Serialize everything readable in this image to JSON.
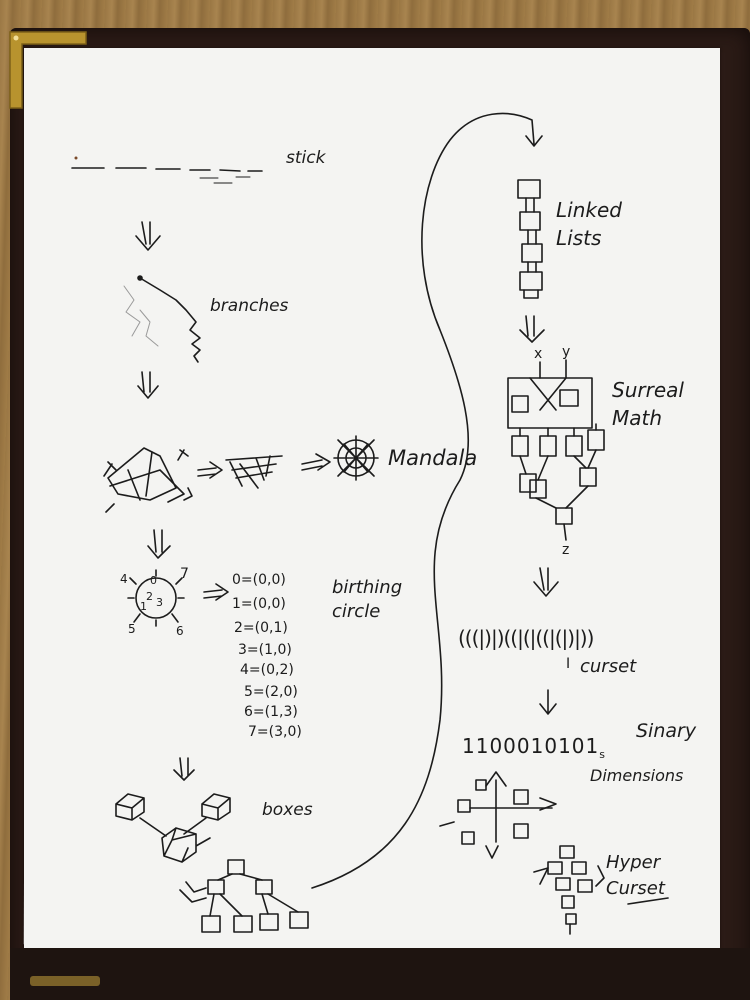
{
  "labels": {
    "stick": "stick",
    "branches": "branches",
    "mandala": "Mandala",
    "birthing_circle": "birthing circle",
    "boxes": "boxes",
    "linked_lists": "Linked Lists",
    "surreal_math": "Surreal Math",
    "curset": "curset",
    "sinary": "Sinary",
    "dimensions": "Dimensions",
    "hyper_curset": "Hyper Curset"
  },
  "circle_numbers": [
    "0",
    "1",
    "2",
    "3",
    "4",
    "5",
    "6",
    "7"
  ],
  "mapping": [
    "0=(0,0)",
    "1=(0,0)",
    "2=(0,1)",
    "3=(1,0)",
    "4=(0,2)",
    "5=(2,0)",
    "6=(1,3)",
    "7=(3,0)"
  ],
  "surreal_inputs": {
    "x": "x",
    "y": "y",
    "z": "z"
  },
  "curset_string": "(((|)|)((|(|((|(|)|))",
  "curset_marker": "I",
  "binary_string": "1100010101",
  "binary_subscript": "s",
  "colors": {
    "paper": "#f4f4f2",
    "ink": "#1c1c1c",
    "folder": "#2b1b16",
    "wood": "#a07c47",
    "brass": "#b8932e"
  }
}
